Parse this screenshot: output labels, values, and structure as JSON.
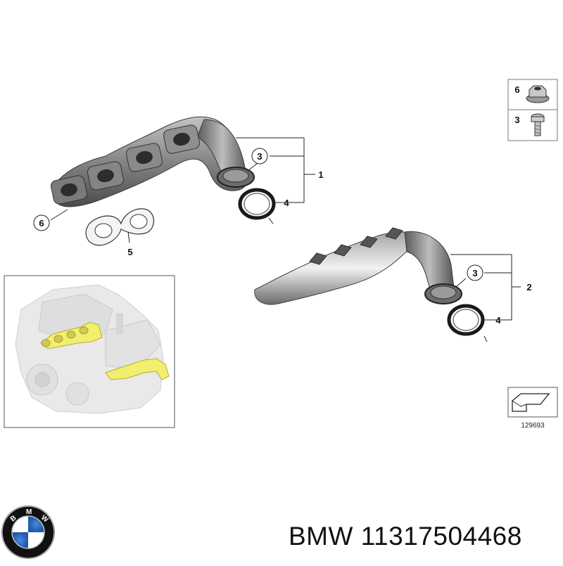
{
  "diagram": {
    "callouts": {
      "c1": "1",
      "c2": "2",
      "c3a": "3",
      "c3b": "3",
      "c4a": "4",
      "c4b": "4",
      "c5": "5",
      "c6": "6"
    },
    "legend": {
      "nut_number": "6",
      "bolt_number": "3",
      "nut_icon": "hex-flange-nut-icon",
      "bolt_icon": "stud-bolt-icon"
    },
    "reference_number": "129693",
    "highlight_color": "#f2ee6e"
  },
  "caption": {
    "brand": "BMW",
    "part_number": "11317504468",
    "logo": {
      "brand": "BMW",
      "icon": "bmw-roundel-icon",
      "colors": {
        "blue": "#2c6fc7",
        "ring": "#111111",
        "silver": "#b9bcc0"
      }
    }
  }
}
